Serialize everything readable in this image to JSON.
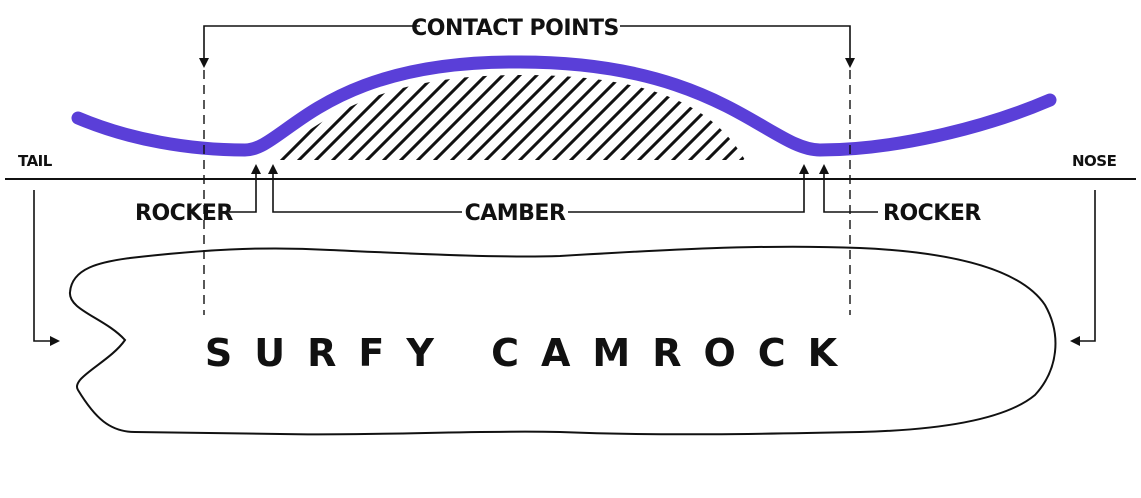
{
  "labels": {
    "contact_points": "CONTACT POINTS",
    "tail": "TAIL",
    "nose": "NOSE",
    "rocker_left": "ROCKER",
    "camber": "CAMBER",
    "rocker_right": "ROCKER"
  },
  "board_name": "SURFY CAMROCK",
  "colors": {
    "profile": "#5a3fd8",
    "ink": "#111111",
    "background": "#ffffff"
  }
}
